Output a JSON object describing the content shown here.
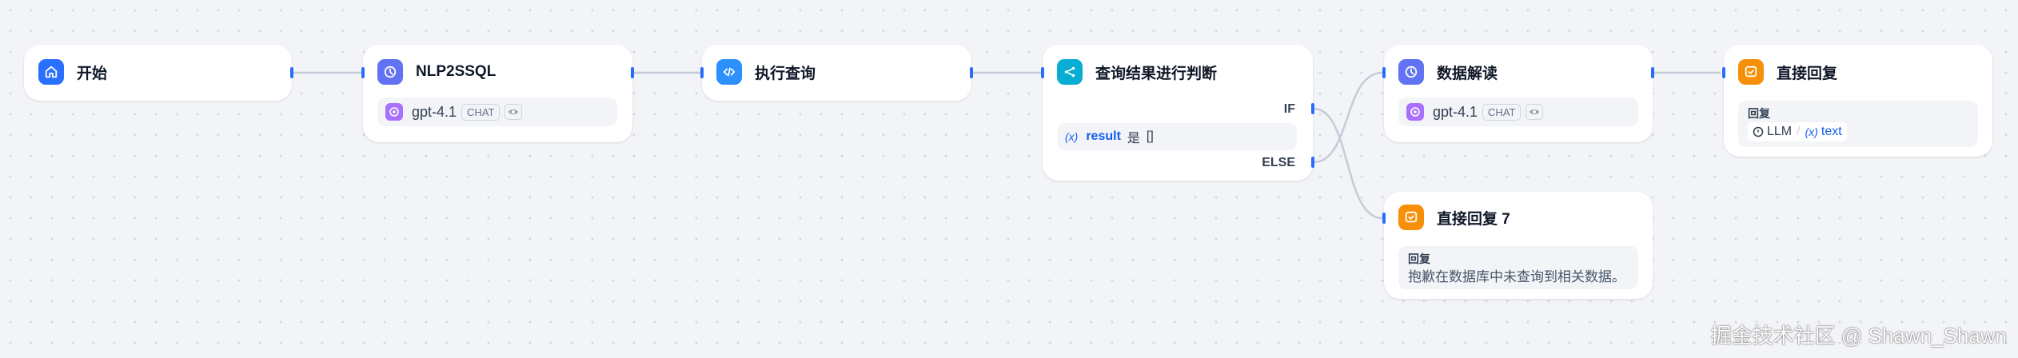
{
  "colors": {
    "edge": "#c5ccd7",
    "handle": "#296dff",
    "start": "#2970ff",
    "llm": "#6172f3",
    "code": "#2e90fa",
    "ifelse": "#06aed4",
    "answer": "#f79009",
    "model_logo": "#a870ff"
  },
  "nodes": {
    "start": {
      "title": "开始",
      "icon": "home-icon"
    },
    "nlp2sql": {
      "title": "NLP2SSQL",
      "icon": "brain-icon",
      "model": "gpt-4.1",
      "mode_tag": "CHAT"
    },
    "exec": {
      "title": "执行查询",
      "icon": "code-icon"
    },
    "ifelse": {
      "title": "查询结果进行判断",
      "icon": "branch-icon",
      "if_label": "IF",
      "else_label": "ELSE",
      "condition": {
        "var_icon": "(x)",
        "variable": "result",
        "operator": "是",
        "value": "[]"
      }
    },
    "interpret": {
      "title": "数据解读",
      "icon": "brain-icon",
      "model": "gpt-4.1",
      "mode_tag": "CHAT"
    },
    "answer": {
      "title": "直接回复",
      "icon": "answer-icon",
      "answer_label": "回复",
      "ref_node": "LLM",
      "ref_var_icon": "(x)",
      "ref_var": "text"
    },
    "answer7": {
      "title": "直接回复 7",
      "icon": "answer-icon",
      "answer_label": "回复",
      "answer_text": "抱歉在数据库中未查询到相关数据。"
    }
  },
  "watermark": "掘金技术社区 @ Shawn_Shawn"
}
